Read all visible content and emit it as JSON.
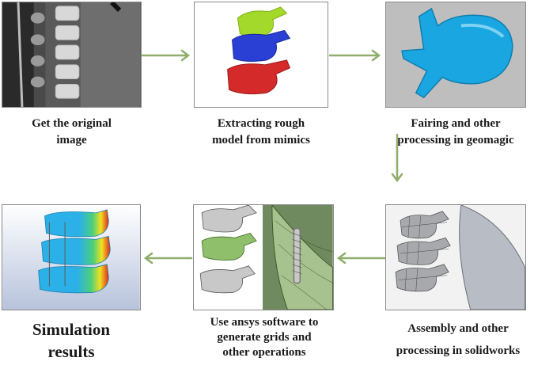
{
  "steps": [
    {
      "id": "step1",
      "caption_lines": [
        "Get the original",
        "image"
      ]
    },
    {
      "id": "step2",
      "caption_lines": [
        "Extracting rough",
        "model from mimics"
      ]
    },
    {
      "id": "step3",
      "caption_lines": [
        "Fairing and other",
        "processing in geomagic"
      ]
    },
    {
      "id": "step4",
      "caption_lines": [
        "Assembly and other",
        "processing in solidworks"
      ]
    },
    {
      "id": "step5",
      "caption_lines": [
        "Use ansys software to",
        "generate grids and",
        "other operations"
      ]
    },
    {
      "id": "step6",
      "caption_lines": [
        "Simulation",
        "results"
      ]
    }
  ],
  "colors": {
    "arrow": "#8fae6a",
    "vertebra_green": "#a3d92a",
    "vertebra_blue": "#2a3fd4",
    "vertebra_red": "#d42a2a",
    "geomagic_blue": "#1aa6e0",
    "sim_blue": "#2bb0e8"
  }
}
